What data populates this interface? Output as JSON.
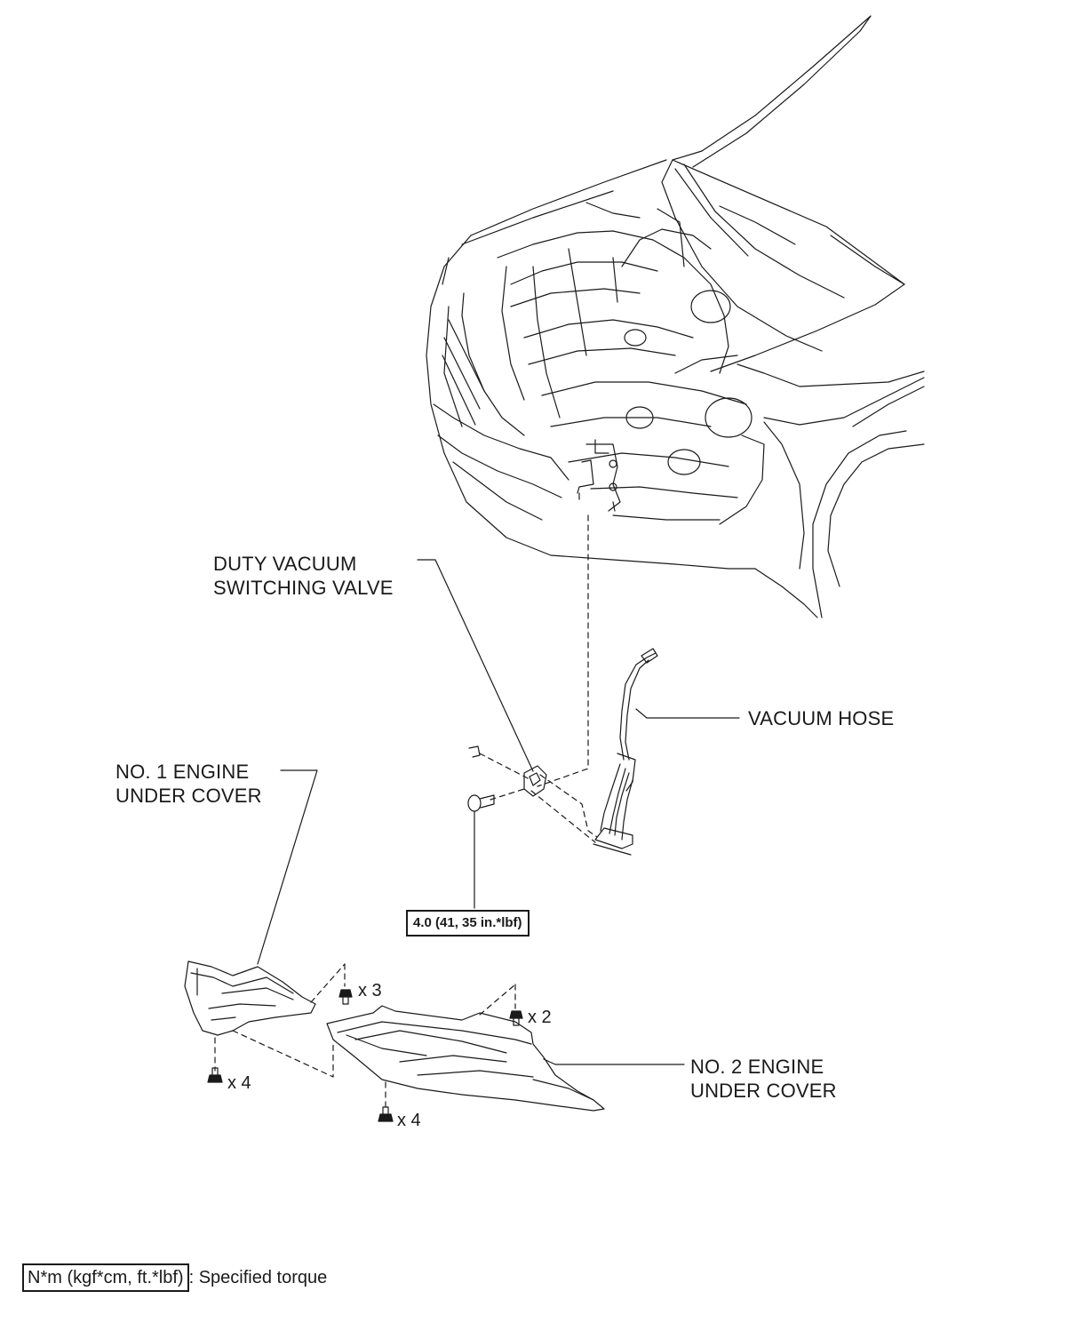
{
  "labels": {
    "duty_valve_line1": "DUTY VACUUM",
    "duty_valve_line2": "SWITCHING VALVE",
    "vacuum_hose": "VACUUM HOSE",
    "no1_line1": "NO. 1 ENGINE",
    "no1_line2": "UNDER COVER",
    "no2_line1": "NO. 2 ENGINE",
    "no2_line2": "UNDER COVER"
  },
  "torque": "4.0 (41, 35 in.*lbf)",
  "quantities": {
    "bolts_no1_top": "x 3",
    "bolts_no2_top": "x 2",
    "bolts_no1_bottom": "x 4",
    "bolts_no2_bottom": "x 4"
  },
  "legend": {
    "unit_box": "N*m (kgf*cm, ft.*lbf)",
    "description": ": Specified torque"
  },
  "colors": {
    "line": "#1a1a1a",
    "background": "#ffffff"
  }
}
